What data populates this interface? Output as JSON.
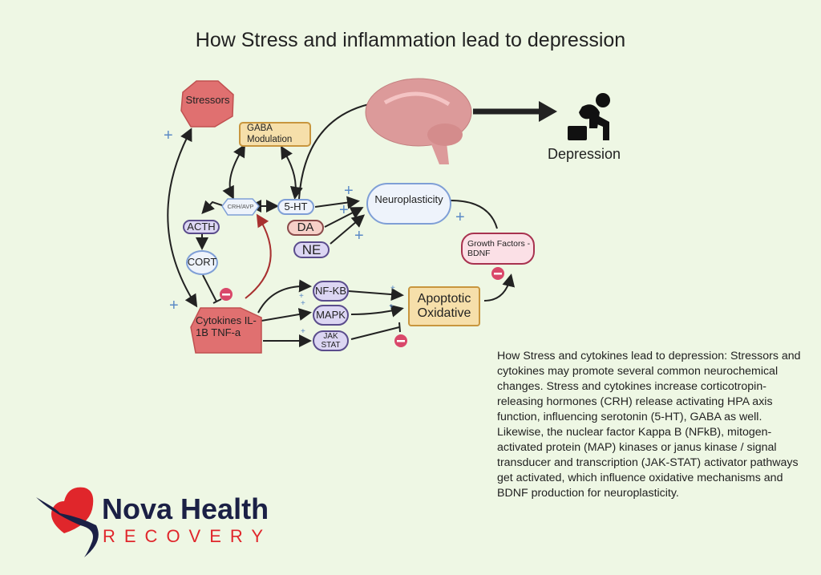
{
  "title": "How Stress and inflammation lead to depression",
  "nodes": {
    "stressors": "Stressors",
    "gaba": "GABA Modulation",
    "crh": "CRH/AVP",
    "ht": "5-HT",
    "da": "DA",
    "ne": "NE",
    "neuroplasticity": "Neuroplasticity",
    "acth": "ACTH",
    "cort": "CORT",
    "cytokines": "Cytokines IL-1B TNF-a",
    "nfkb": "NF-KB",
    "mapk": "MAPK",
    "jakstat": "JAK STAT",
    "apoptotic": "Apoptotic Oxidative",
    "growth": "Growth Factors - BDNF",
    "depression": "Depression"
  },
  "description": "How Stress and cytokines lead to depression: Stressors and cytokines may promote several common neurochemical changes. Stress and cytokines increase corticotropin-releasing hormones (CRH) release activating HPA axis function, influencing serotonin (5-HT), GABA as well. Likewise, the  nuclear factor Kappa B (NFkB), mitogen-activated protein (MAP) kinases or janus kinase / signal transducer and transcription (JAK-STAT) activator pathways get activated, which influence oxidative mechanisms and BDNF production for neuroplasticity.",
  "logo": {
    "line1": "Nova Health",
    "line2": "RECOVERY"
  },
  "colors": {
    "background": "#eef7e4",
    "plus": "#5b8ac6",
    "minus": "#d9486a",
    "red_node": "#e07070"
  }
}
